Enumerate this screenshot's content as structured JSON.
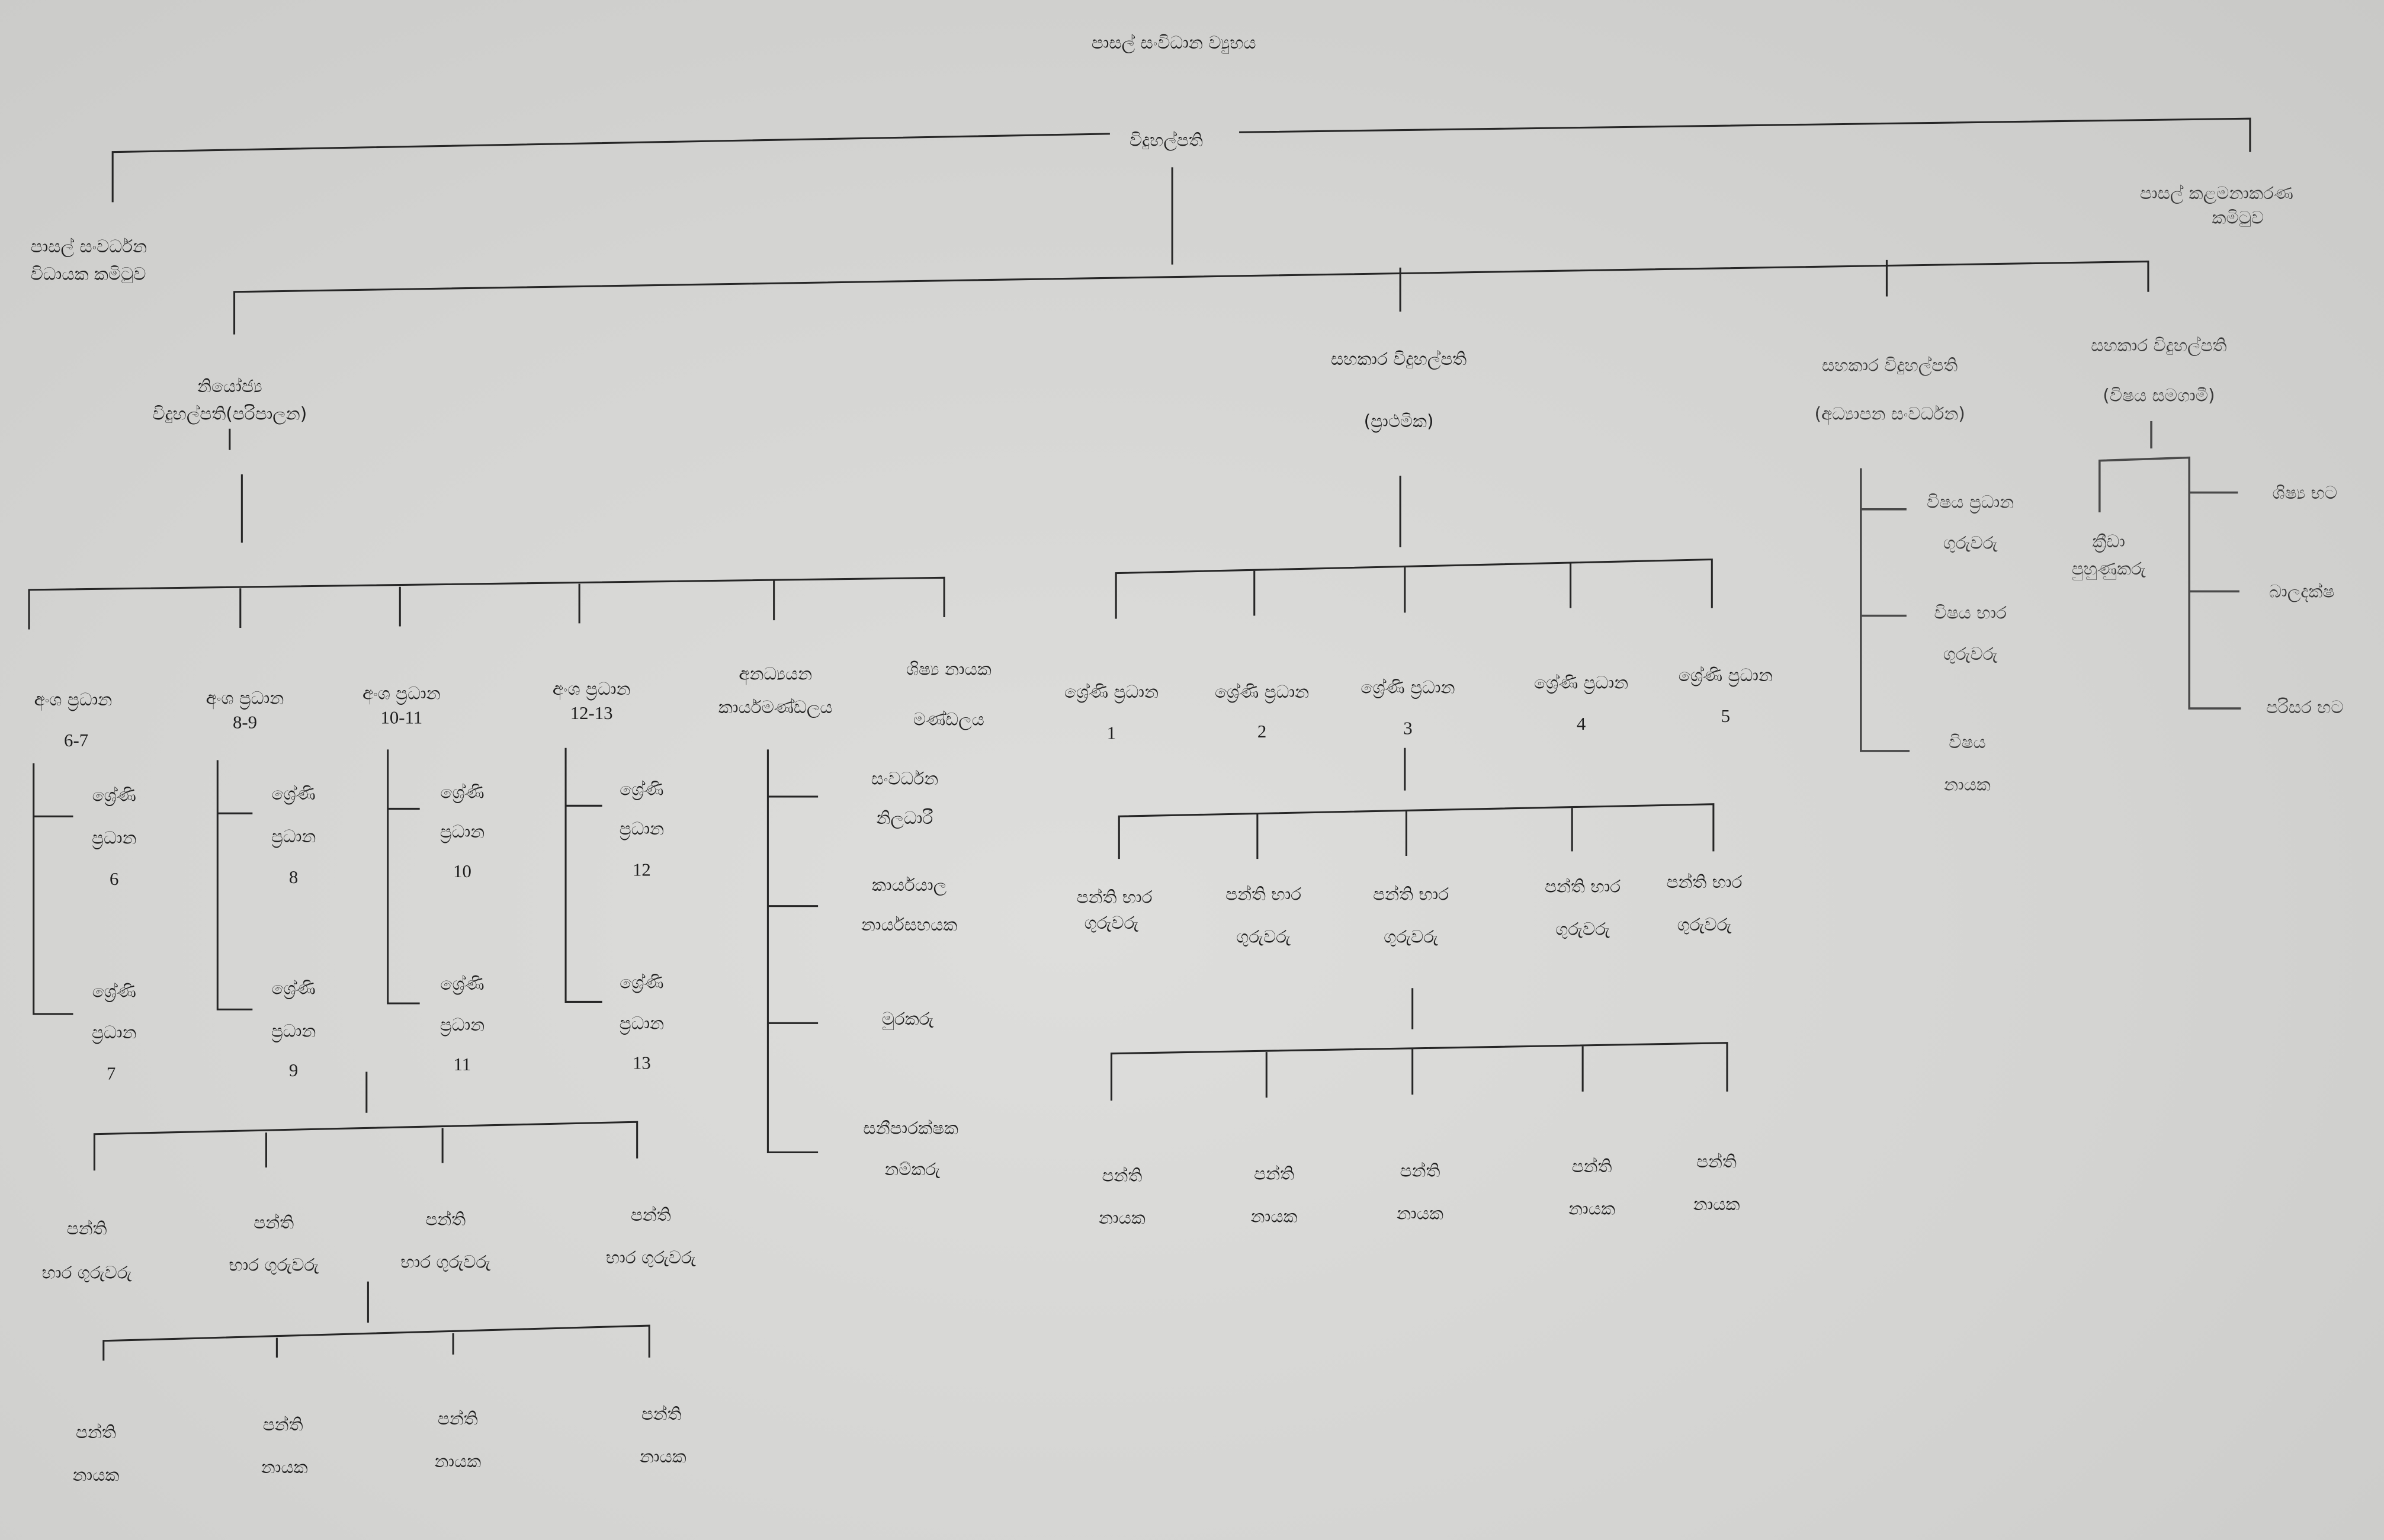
{
  "title": "පාසල් සංවිධාන ව්‍යුහය",
  "principal": "විදුහල්පති",
  "development_committee": [
    "පාසල් සංවර්ධන",
    "විධායක කමිටුව"
  ],
  "management_committee": [
    "පාසල් කළමනාකරණ",
    "කමිටුව"
  ],
  "deputy_principal": [
    "නියෝජ්‍ය",
    "විදුහල්පති(පරිපාලන)"
  ],
  "sections": [
    {
      "label": "අංශ ප්‍රධාන",
      "range": "6-7"
    },
    {
      "label": "අංශ ප්‍රධාන",
      "range": "8-9"
    },
    {
      "label": "අංශ ප්‍රධාන",
      "range": "10-11"
    },
    {
      "label": "අංශ ප්‍රධාන",
      "range": "12-13"
    }
  ],
  "grade_head_word": [
    "ශ්‍රේණි",
    "ප්‍රධාන"
  ],
  "grades_left": [
    "6",
    "7",
    "8",
    "9",
    "10",
    "11",
    "12",
    "13"
  ],
  "non_academic": {
    "title": [
      "අනධ්‍යයන",
      "කාර්යමණ්ඩලය"
    ],
    "items": [
      [
        "සංවර්ධන",
        "නිලධාරී"
      ],
      [
        "කාර්යයාල",
        "නාර්යසහයක"
      ],
      [
        "මුරකරු"
      ],
      [
        "සනීපාරක්ෂක",
        "නම්කරු"
      ]
    ]
  },
  "prefects_board": [
    "ශිෂ්‍ය නායක",
    "මණ්ඩලය"
  ],
  "class_teacher": [
    "පන්ති",
    "භාර ගුරුවරු"
  ],
  "class_teacher_inline": [
    "පන්ති භාර",
    "ගුරුවරු"
  ],
  "class_monitor": [
    "පන්ති",
    "නායක"
  ],
  "primary_ap": [
    "සහකාර විදුහල්පති",
    "(ප්‍රාථමික)"
  ],
  "grade_head_inline": "ශ්‍රේණි ප්‍රධාන",
  "grades_primary": [
    "1",
    "2",
    "3",
    "4",
    "5"
  ],
  "edu_dev_ap": [
    "සහකාර විදුහල්පති",
    "(අධ්‍යාපන සංවර්ධන)"
  ],
  "edu_dev_items": [
    [
      "විෂය ප්‍රධාන",
      "ගුරුවරු"
    ],
    [
      "විෂය භාර",
      "ගුරුවරු"
    ],
    [
      "විෂය",
      "නායක"
    ]
  ],
  "cocurricular_ap": [
    "සහකාර විදුහල්පති",
    "(විෂය සමගාමී)"
  ],
  "sports_coaches": [
    "ක්‍රීඩා",
    "පුහුණුකරු"
  ],
  "cocurricular_items": [
    "ශිෂ්‍ය භට",
    "බාලදක්ෂ",
    "පරිසර භට"
  ]
}
